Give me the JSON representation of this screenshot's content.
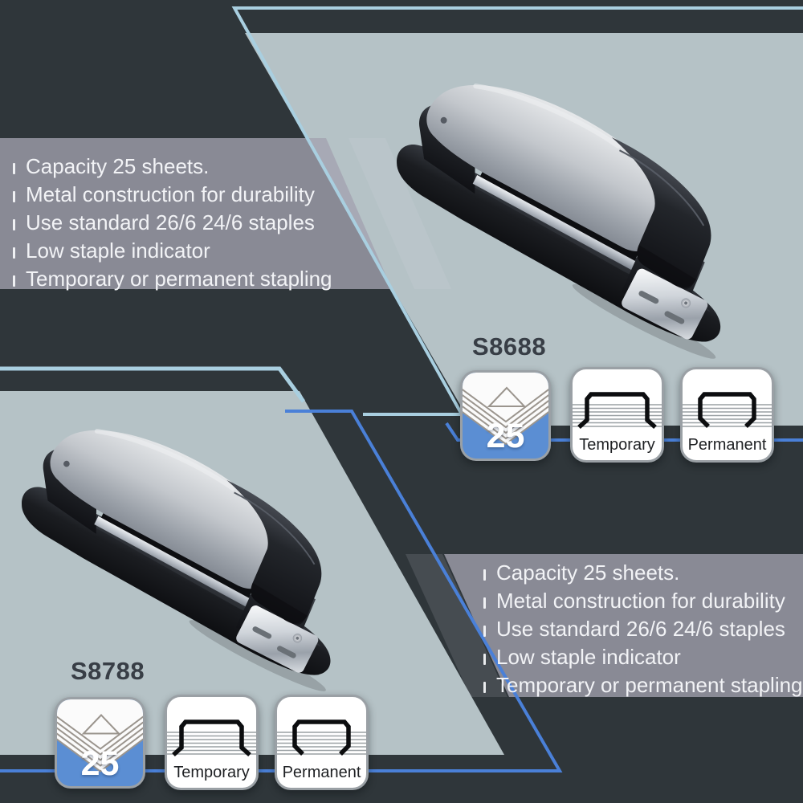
{
  "products": [
    {
      "model": "S8688",
      "features": [
        "Capacity 25 sheets.",
        "Metal construction for durability",
        "Use standard 26/6 24/6 staples",
        "Low staple indicator",
        "Temporary or permanent stapling"
      ],
      "capacity_badge": "25",
      "temporary_badge": "Temporary",
      "permanent_badge": "Permanent"
    },
    {
      "model": "S8788",
      "features": [
        "Capacity 25 sheets.",
        "Metal construction for durability",
        "Use standard 26/6 24/6 staples",
        "Low staple indicator",
        "Temporary or permanent stapling"
      ],
      "capacity_badge": "25",
      "temporary_badge": "Temporary",
      "permanent_badge": "Permanent"
    }
  ],
  "colors": {
    "background": "#2f363a",
    "panel_light": "#b5c2c6",
    "accent_blue": "#5b8ed3",
    "connector_blue": "#4a80d8",
    "accent_light_blue": "#a9cfe0",
    "overlay_gray": "#a3a1b0"
  }
}
